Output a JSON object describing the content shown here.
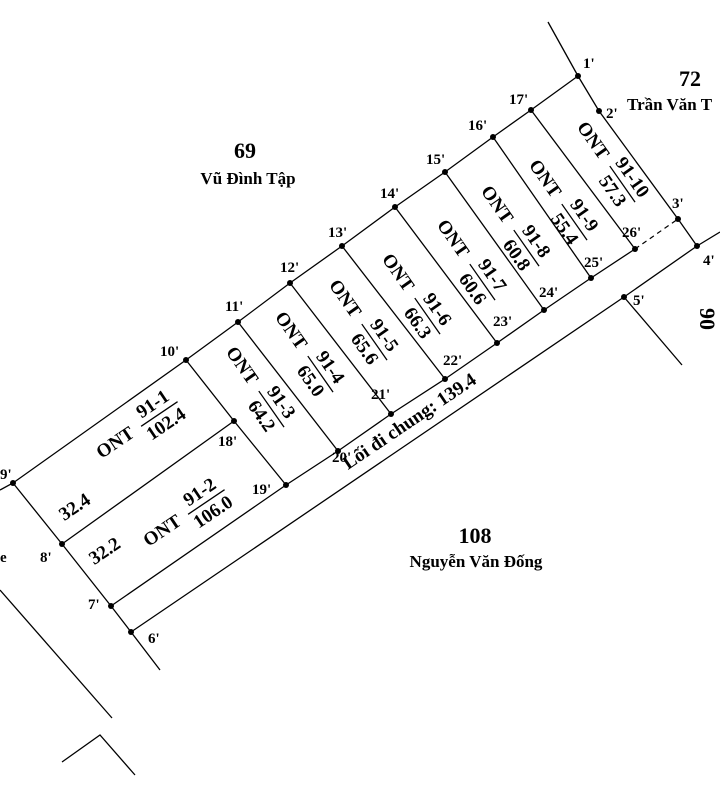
{
  "neighbors": [
    {
      "number": "69",
      "owner": "Vũ Đình Tập"
    },
    {
      "number": "72",
      "owner": "Trần Văn T"
    },
    {
      "number": "108",
      "owner": "Nguyễn Văn Đống"
    },
    {
      "number": "90",
      "owner": ""
    }
  ],
  "parcels": [
    {
      "type": "ONT",
      "id": "91-1",
      "area": "102.4",
      "width": "32.4"
    },
    {
      "type": "ONT",
      "id": "91-2",
      "area": "106.0",
      "width": "32.2"
    },
    {
      "type": "ONT",
      "id": "91-3",
      "area": "64.2"
    },
    {
      "type": "ONT",
      "id": "91-4",
      "area": "65.0"
    },
    {
      "type": "ONT",
      "id": "91-5",
      "area": "65.6"
    },
    {
      "type": "ONT",
      "id": "91-6",
      "area": "66.3"
    },
    {
      "type": "ONT",
      "id": "91-7",
      "area": "60.6"
    },
    {
      "type": "ONT",
      "id": "91-8",
      "area": "60.8"
    },
    {
      "type": "ONT",
      "id": "91-9",
      "area": "55.4"
    },
    {
      "type": "ONT",
      "id": "91-10",
      "area": "57.3"
    }
  ],
  "road_label": "Lối đi chung: 139.4",
  "points": [
    "1'",
    "2'",
    "3'",
    "4'",
    "5'",
    "6'",
    "7'",
    "8'",
    "9'",
    "10'",
    "11'",
    "12'",
    "13'",
    "14'",
    "15'",
    "16'",
    "17'",
    "18'",
    "19'",
    "20'",
    "21'",
    "22'",
    "23'",
    "24'",
    "25'",
    "26'"
  ],
  "edge_fragment": "e"
}
